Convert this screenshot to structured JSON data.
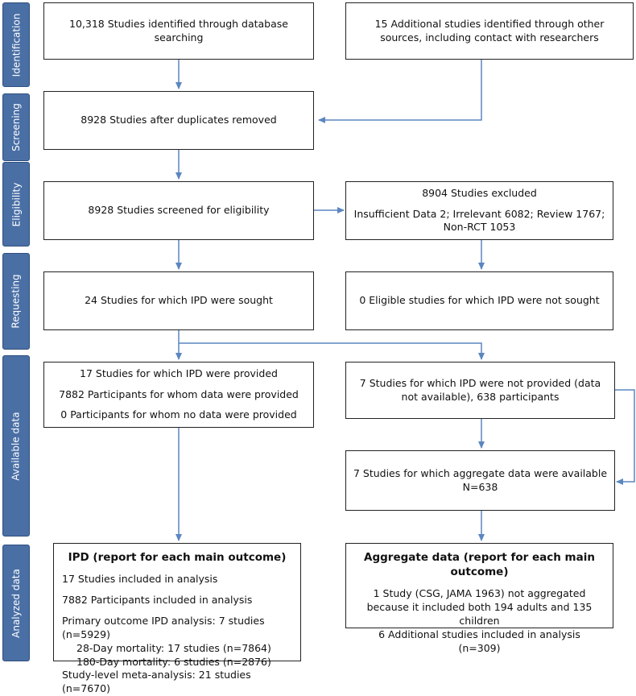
{
  "stages": {
    "identification": "Identification",
    "screening": "Screening",
    "eligibility": "Eligibility",
    "requesting": "Requesting",
    "available": "Available data",
    "analyzed": "Analyzed data"
  },
  "boxes": {
    "db_search": "10,318 Studies identified through database searching",
    "other_sources": "15 Additional studies identified through other sources, including contact with researchers",
    "dup_removed": "8928 Studies after duplicates removed",
    "screened": "8928 Studies screened for eligibility",
    "excluded": {
      "title": "8904 Studies excluded",
      "detail": "Insufficient Data 2; Irrelevant 6082; Review 1767; Non-RCT 1053"
    },
    "sought": "24 Studies for which IPD were sought",
    "not_sought": "0 Eligible studies for which IPD were not sought",
    "provided": {
      "line1": "17 Studies for which IPD were provided",
      "line2": "7882 Participants for whom data were provided",
      "line3": "0 Participants for whom no data were provided"
    },
    "not_provided": "7 Studies for which IPD were not provided (data not available), 638 participants",
    "aggregate_available": {
      "line1": "7 Studies for which aggregate data were available",
      "line2": "N=638"
    },
    "ipd": {
      "title": "IPD (report for each main outcome)",
      "line1": "17 Studies included in analysis",
      "line2": "7882 Participants included in analysis",
      "line3": "Primary outcome IPD analysis: 7 studies (n=5929)",
      "line4": "28-Day mortality: 17 studies (n=7864)",
      "line5": "180-Day mortality: 6 studies (n=2876)",
      "line6": "Study-level meta-analysis: 21 studies (n=7670)"
    },
    "aggregate": {
      "title": "Aggregate data (report for each main outcome)",
      "line1": "1 Study (CSG, JAMA 1963) not aggregated because it included both 194 adults and 135 children",
      "line2": "6 Additional studies included in analysis",
      "line3": "(n=309)"
    }
  },
  "colors": {
    "arrow": "#5b86c0",
    "stage_fill": "#4a6fa5"
  }
}
